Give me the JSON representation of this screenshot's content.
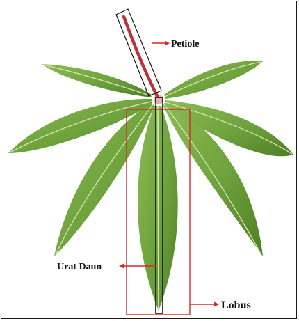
{
  "labels": {
    "petiole": "Petiole",
    "vein": "Urat Daun",
    "lobe": "Lobus"
  },
  "colors": {
    "leaf": "#6ea23c",
    "leaf_dark": "#4f7f26",
    "leaf_light": "#8dbb54",
    "vein": "#d8e6b4",
    "petiole": "#b8343a",
    "box_red": "#d42a2a",
    "box_black": "#111111",
    "arrow": "#d42a2a"
  }
}
